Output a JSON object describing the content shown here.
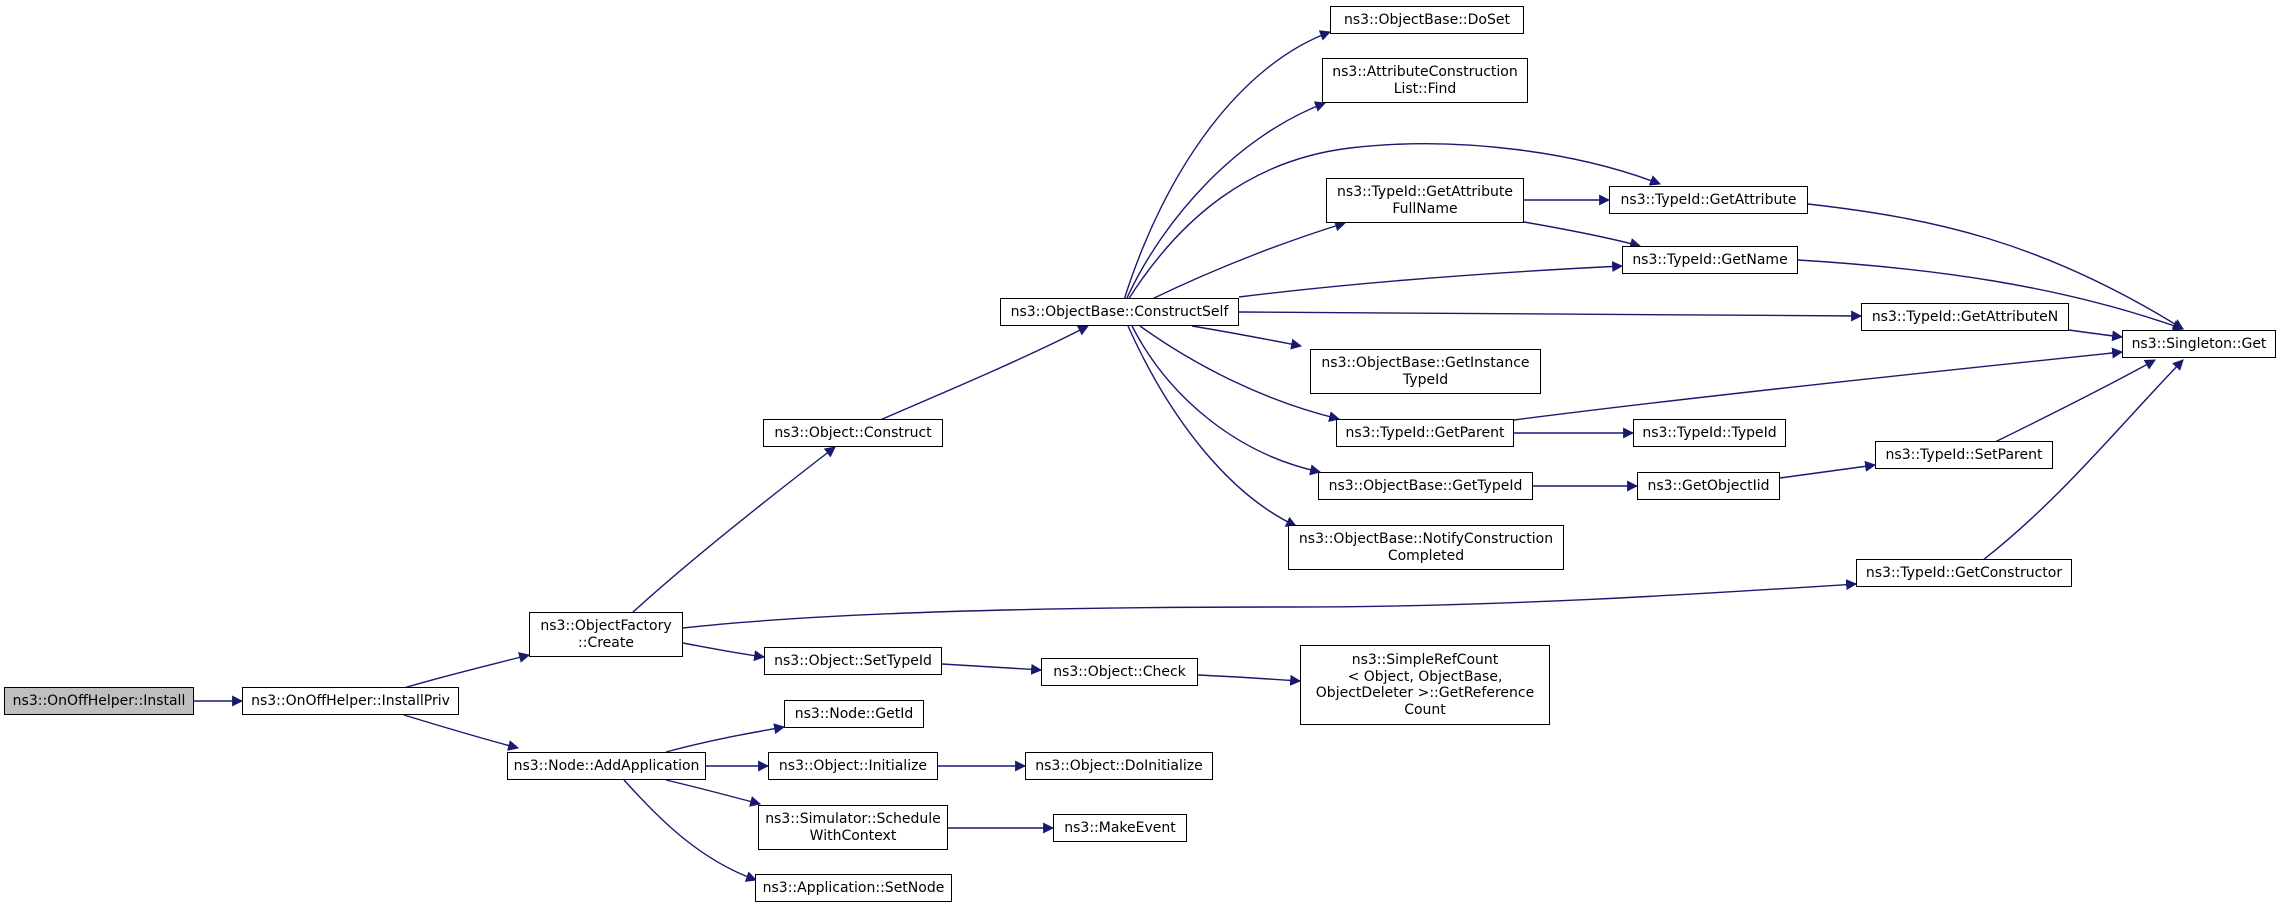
{
  "colors": {
    "edge": "#191970",
    "root_fill": "#bfbfbf",
    "node_fill": "#ffffff",
    "node_border": "#000000"
  },
  "nodes": {
    "install": "ns3::OnOffHelper::Install",
    "install_priv": "ns3::OnOffHelper::InstallPriv",
    "factory_create": "ns3::ObjectFactory\n::Create",
    "add_application": "ns3::Node::AddApplication",
    "object_construct": "ns3::Object::Construct",
    "object_settypeid": "ns3::Object::SetTypeId",
    "node_getid": "ns3::Node::GetId",
    "object_initialize": "ns3::Object::Initialize",
    "schedule_with_context": "ns3::Simulator::Schedule\nWithContext",
    "app_setnode": "ns3::Application::SetNode",
    "construct_self": "ns3::ObjectBase::ConstructSelf",
    "object_check": "ns3::Object::Check",
    "do_initialize": "ns3::Object::DoInitialize",
    "make_event": "ns3::MakeEvent",
    "do_set": "ns3::ObjectBase::DoSet",
    "acl_find": "ns3::AttributeConstruction\nList::Find",
    "get_attr_fullname": "ns3::TypeId::GetAttribute\nFullName",
    "get_instance_typeid": "ns3::ObjectBase::GetInstance\nTypeId",
    "typeid_getparent": "ns3::TypeId::GetParent",
    "objbase_gettypeid": "ns3::ObjectBase::GetTypeId",
    "notify_construction": "ns3::ObjectBase::NotifyConstruction\nCompleted",
    "simple_refcount": "ns3::SimpleRefCount\n< Object, ObjectBase,\n ObjectDeleter >::GetReference\nCount",
    "typeid_getattribute": "ns3::TypeId::GetAttribute",
    "typeid_getname": "ns3::TypeId::GetName",
    "typeid_typeid": "ns3::TypeId::TypeId",
    "get_object_iid": "ns3::GetObjectIid",
    "typeid_getattributen": "ns3::TypeId::GetAttributeN",
    "typeid_setparent": "ns3::TypeId::SetParent",
    "typeid_getconstructor": "ns3::TypeId::GetConstructor",
    "singleton_get": "ns3::Singleton::Get"
  }
}
